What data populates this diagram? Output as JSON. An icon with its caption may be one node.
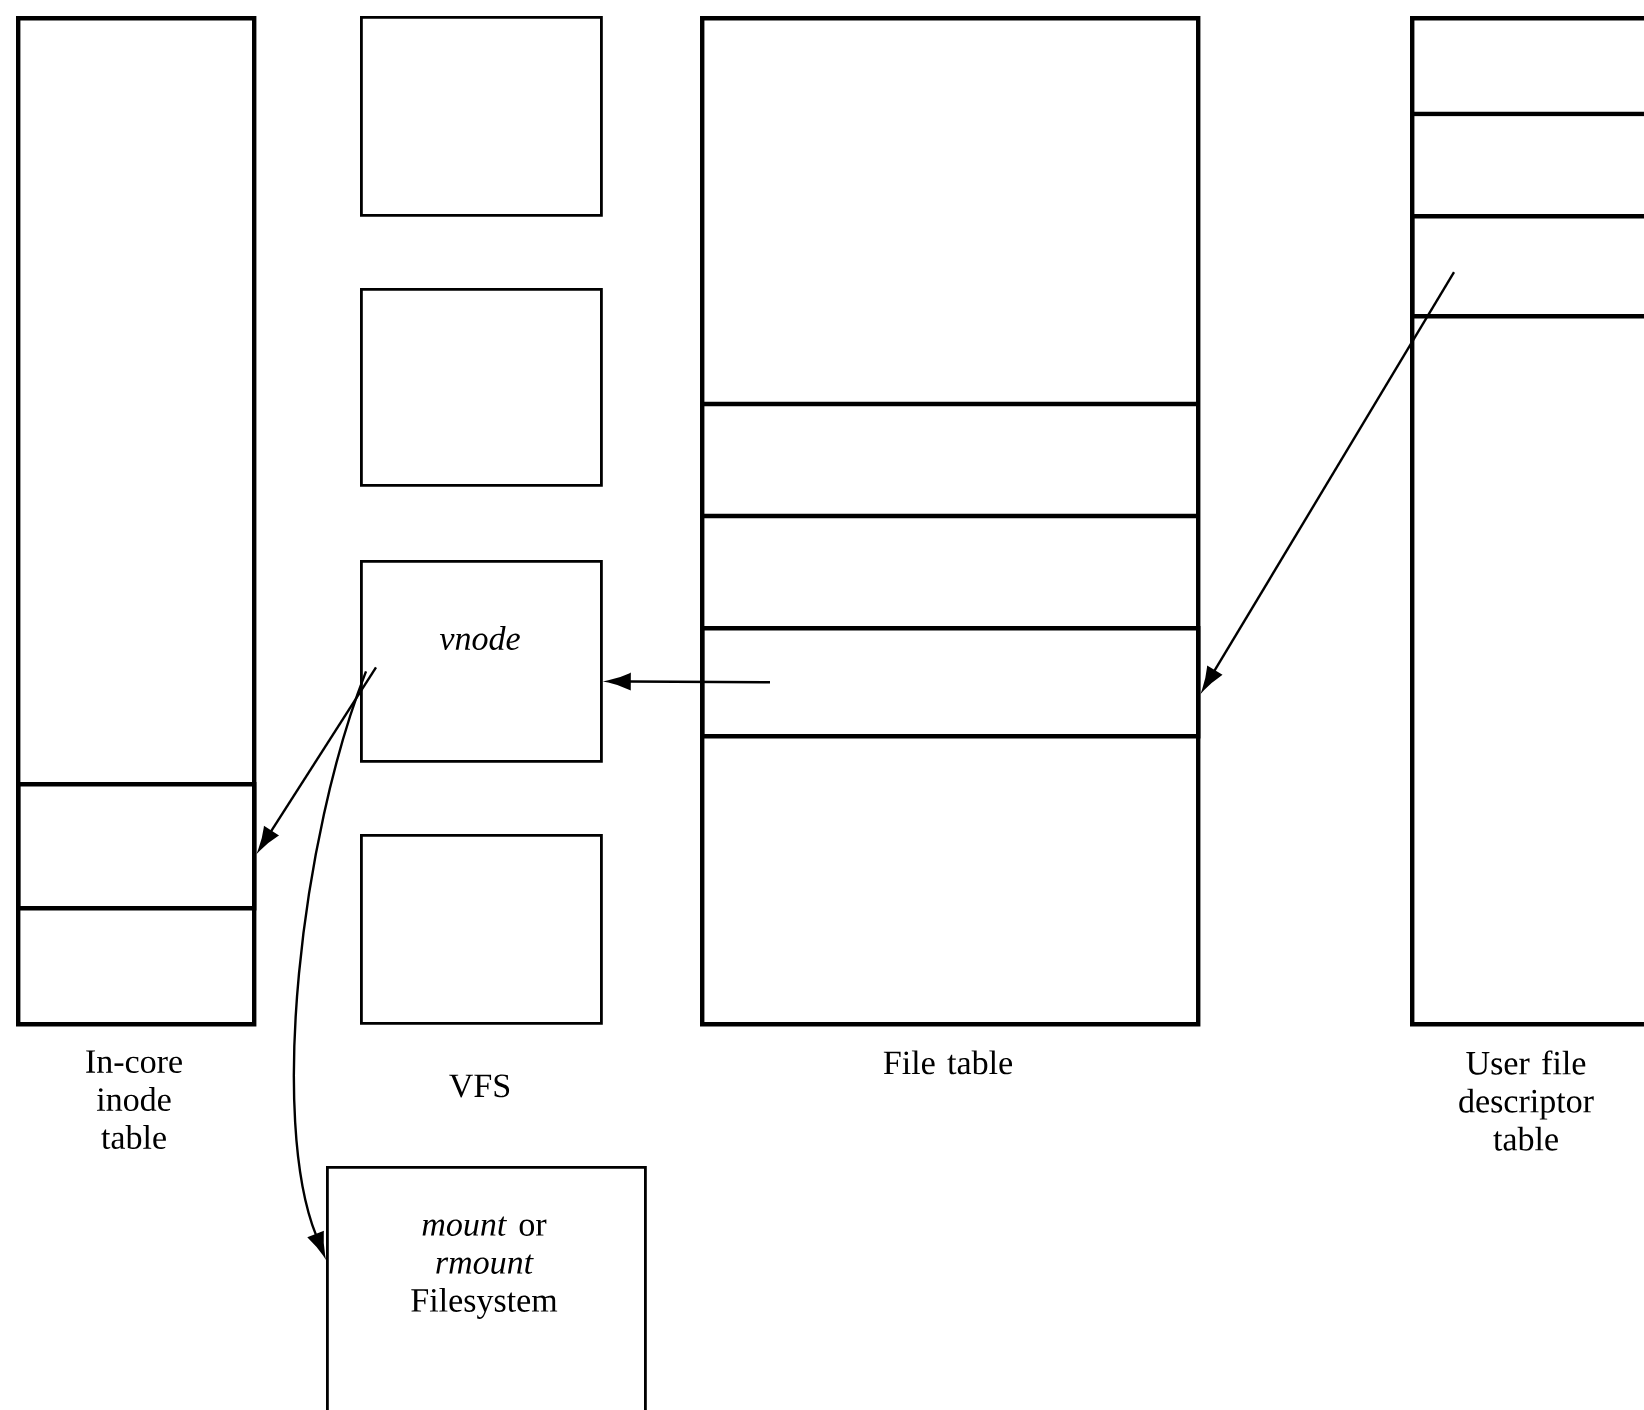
{
  "diagram": {
    "nodes": [
      {
        "text": [
          "In-core inode table"
        ]
      },
      {
        "text": [],
        "shape": "box",
        "in": 0
      },
      {
        "text": [],
        "shape": "box"
      },
      {
        "text": [],
        "shape": "box"
      },
      {
        "text": [
          "vnode"
        ]
      },
      {
        "text": [],
        "shape": "box"
      },
      {
        "text": [
          "File table"
        ]
      },
      {
        "text": [],
        "shape": "box",
        "in": 6
      },
      {
        "text": [
          "User file descriptor table"
        ]
      },
      {
        "text": [],
        "shape": "box",
        "in": 8
      },
      {
        "text": [
          "*mount* or *rmount* Filesystem"
        ]
      }
    ],
    "edges": [
      {
        "from": 9,
        "to": 7,
        "arrow": "to"
      },
      {
        "from": 7,
        "to": 4,
        "arrow": "to"
      },
      {
        "from": 4,
        "to": 1,
        "arrow": "to"
      },
      {
        "from": 4,
        "to": 10,
        "arrow": "to"
      }
    ],
    "labels": [
      "VFS"
    ]
  }
}
